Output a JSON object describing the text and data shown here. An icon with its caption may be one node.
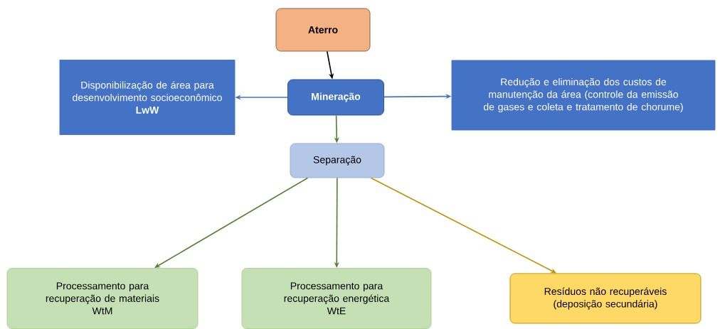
{
  "diagram": {
    "nodes": [
      {
        "text": [
          "Aterro"
        ]
      },
      {
        "text": [
          "Disponibilização de área para desenvolvimento socioeconômico",
          "LwW"
        ]
      },
      {
        "text": [
          "Mineração"
        ]
      },
      {
        "text": [
          "Redução e eliminação dos custos de manutenção da área (controle da emissão de gases e coleta e tratamento de chorume)"
        ]
      },
      {
        "text": [
          "Separação"
        ]
      },
      {
        "text": [
          "Processamento para recuperação de materiais",
          "WtM"
        ]
      },
      {
        "text": [
          "Processamento para recuperação energética",
          "WtE"
        ]
      },
      {
        "text": [
          "Resíduos não recuperáveis (deposição secundária)"
        ]
      }
    ],
    "edges": [
      {
        "from": 0,
        "to": 2,
        "arrow": "to",
        "color": "#000000"
      },
      {
        "from": 2,
        "to": 1,
        "arrow": "to",
        "color": "#4472c4"
      },
      {
        "from": 2,
        "to": 3,
        "arrow": "to",
        "color": "#4472c4"
      },
      {
        "from": 2,
        "to": 4,
        "arrow": "to"
      },
      {
        "from": 4,
        "to": 5,
        "arrow": "to"
      },
      {
        "from": 4,
        "to": 6,
        "arrow": "to"
      },
      {
        "from": 4,
        "to": 7,
        "arrow": "to",
        "color": "#bf9000"
      }
    ]
  }
}
